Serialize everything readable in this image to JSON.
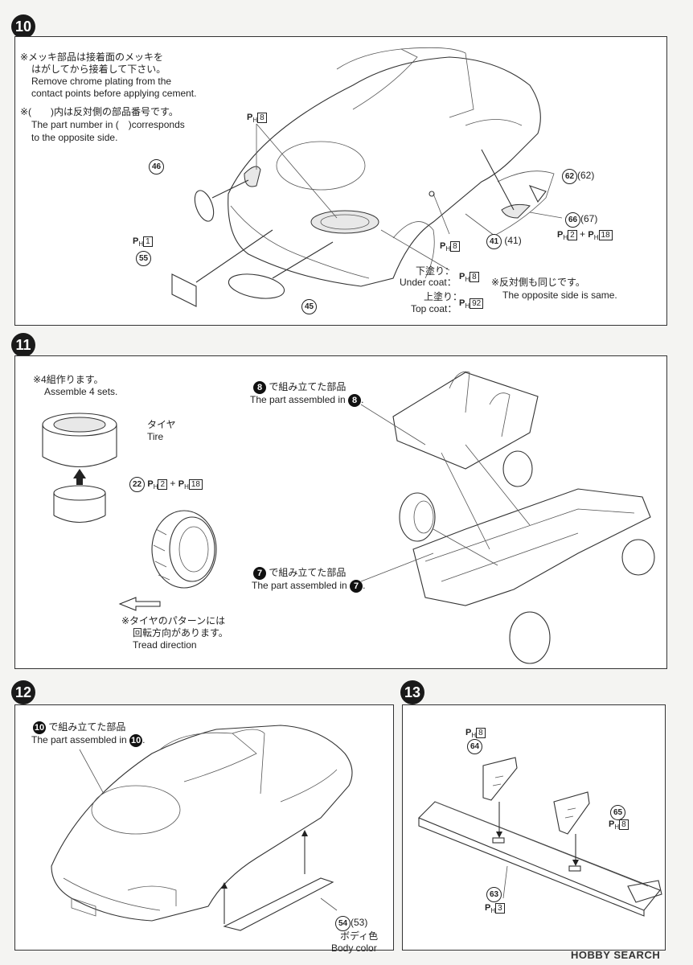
{
  "step10": {
    "number": "10",
    "note_chrome_jp": "※メッキ部品は接着面のメッキを",
    "note_chrome_jp2": "はがしてから接着して下さい。",
    "note_chrome_en": "Remove chrome plating from the",
    "note_chrome_en2": "contact points before applying cement.",
    "note_opposite_jp": "※(　　)内は反対側の部品番号です。",
    "note_opposite_en": "The part number in (　)corresponds",
    "note_opposite_en2": "to the opposite side.",
    "part_46": "46",
    "part_55": "55",
    "part_45": "45",
    "part_41": "41",
    "part_41b": "(41)",
    "part_62": "62",
    "part_62b": "(62)",
    "part_66": "66",
    "part_67": "(67)",
    "color_ph8_a": "8",
    "color_ph8_b": "8",
    "color_ph1": "1",
    "color_ph2": "2",
    "color_ph18": "18",
    "undercoat_jp": "下塗り：",
    "undercoat_en": "Under coat：",
    "undercoat_code": "8",
    "topcoat_jp": "上塗り：",
    "topcoat_en": "Top coat：",
    "topcoat_code": "92",
    "same_jp": "※反対側も同じです。",
    "same_en": "The opposite side is same."
  },
  "step11": {
    "number": "11",
    "sets_jp": "※4組作ります。",
    "sets_en": "Assemble 4 sets.",
    "tire_jp": "タイヤ",
    "tire_en": "Tire",
    "part_22": "22",
    "wheel_codes_a": "2",
    "wheel_codes_b": "18",
    "asm8_jp": "で組み立てた部品",
    "asm8_en": "The part assembled in",
    "asm8_num": "8",
    "asm7_jp": "で組み立てた部品",
    "asm7_en": "The part assembled in",
    "asm7_num": "7",
    "tread_jp": "※タイヤのパターンには",
    "tread_jp2": "回転方向があります。",
    "tread_en": "Tread direction"
  },
  "step12": {
    "number": "12",
    "asm10_jp": "で組み立てた部品",
    "asm10_en": "The part assembled in",
    "asm10_num": "10",
    "part_54": "54",
    "part_53": "(53)",
    "body_jp": "ボディ色",
    "body_en": "Body color"
  },
  "step13": {
    "number": "13",
    "part_64": "64",
    "part_65": "65",
    "part_63": "63",
    "code_64": "8",
    "code_65": "8",
    "code_63": "3"
  },
  "watermark": "HOBBY SEARCH",
  "ph_label": "P",
  "ph_sub": "H",
  "plus": "+"
}
